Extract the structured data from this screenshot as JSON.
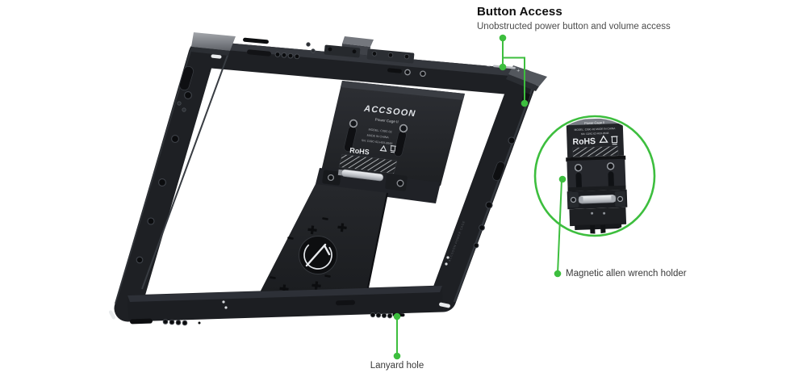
{
  "colors": {
    "accent_green": "#3dbe3e",
    "background": "#ffffff",
    "cage_dark": "#1e2024"
  },
  "annotations": {
    "button_access": {
      "title": "Button Access",
      "subtitle": "Unobstructed power button and volume access"
    },
    "wrench_holder": {
      "label": "Magnetic allen wrench holder"
    },
    "lanyard_hole": {
      "label": "Lanyard hole"
    }
  },
  "product": {
    "brand": "ACCSOON",
    "model_name": "Power Cage II",
    "plate_lines": [
      "MODEL: C09C-02",
      "MADE IN CHINA",
      "SN: C09C-02-H5X-8648"
    ],
    "compliance": "RoHS",
    "rail_text": "ACCSOON POWER CAGE",
    "volume_minus": "−",
    "volume_plus": "+",
    "callout": {
      "lip_text": "Power Cage II",
      "micro_line1": "MODEL: C09C-02   MADE IN CHINA",
      "micro_line2": "SN: C09C-02-H5X-8648",
      "compliance": "RoHS"
    }
  }
}
